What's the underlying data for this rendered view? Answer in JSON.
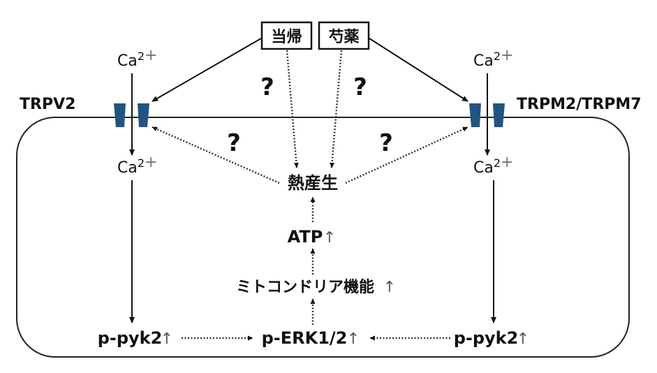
{
  "title": "漢方（当帰・芍薬）による熱産生機序の仮説図",
  "herbs": [
    {
      "id": "toki",
      "label": "当帰"
    },
    {
      "id": "shakuyaku",
      "label": "芍薬"
    }
  ],
  "channels": {
    "left": {
      "label": "TRPV2",
      "color": "#225482"
    },
    "right": {
      "label": "TRPM2/TRPM7",
      "color": "#225482"
    }
  },
  "ions": {
    "outside_left": {
      "base": "Ca",
      "sup": "2+"
    },
    "inside_left": {
      "base": "Ca",
      "sup": "2+"
    },
    "outside_right": {
      "base": "Ca",
      "sup": "2+"
    },
    "inside_right": {
      "base": "Ca",
      "sup": "2+"
    }
  },
  "unknowns": [
    "?",
    "?",
    "?",
    "?"
  ],
  "heat": {
    "label": "熱産生",
    "color": "#e8201c"
  },
  "nodes": {
    "atp": {
      "label": "ATP",
      "arrow": "↑"
    },
    "mito": {
      "label": "ミトコンドリア機能",
      "arrow": "↑"
    },
    "pyk2_left": {
      "label": "p-pyk2",
      "arrow": "↑"
    },
    "erk": {
      "label": "p-ERK1/2",
      "arrow": "↑"
    },
    "pyk2_right": {
      "label": "p-pyk2",
      "arrow": "↑"
    }
  },
  "colors": {
    "line": "#111111",
    "dotted": "#2f3a2f",
    "membrane": "#1a2a1a"
  }
}
